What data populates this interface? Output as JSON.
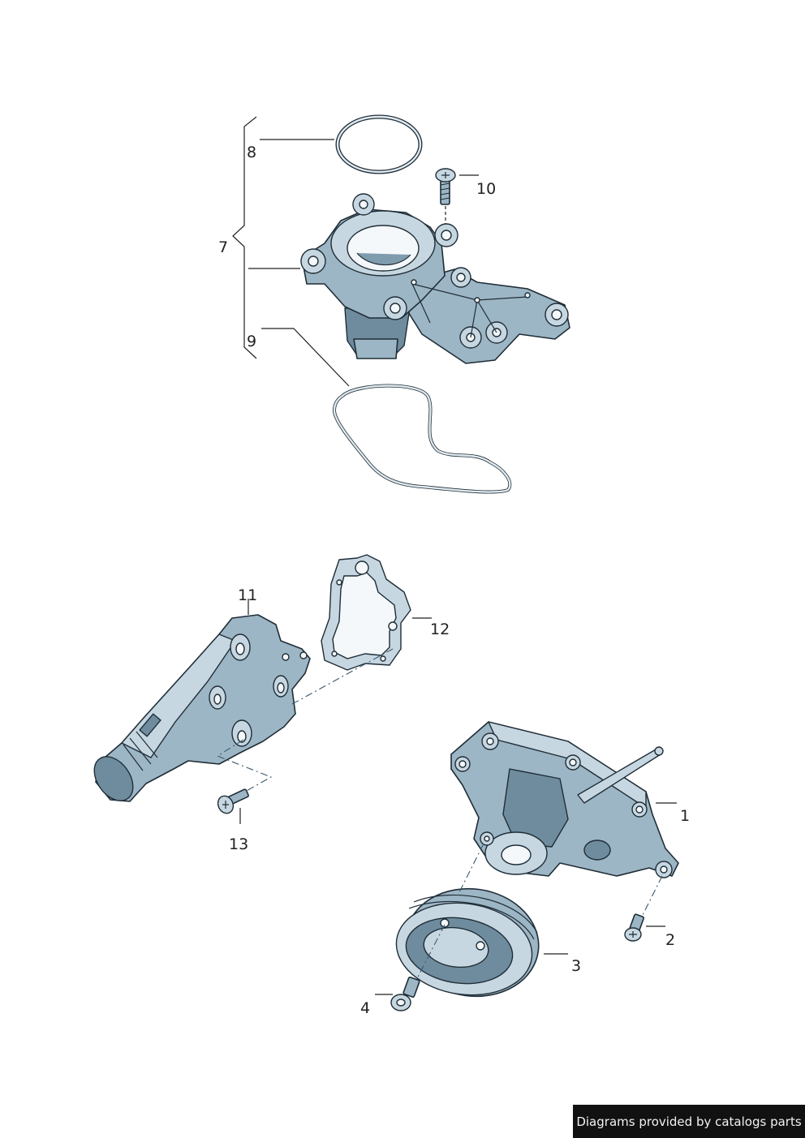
{
  "callouts": {
    "c1": "1",
    "c2": "2",
    "c3": "3",
    "c4": "4",
    "c7": "7",
    "c8": "8",
    "c9": "9",
    "c10": "10",
    "c11": "11",
    "c12": "12",
    "c13": "13"
  },
  "footer": {
    "credit": "Diagrams provided by catalogs parts"
  },
  "colors": {
    "part_fill": "#9db6c6",
    "outline": "#1f2d36",
    "footer_bg": "#111111"
  }
}
